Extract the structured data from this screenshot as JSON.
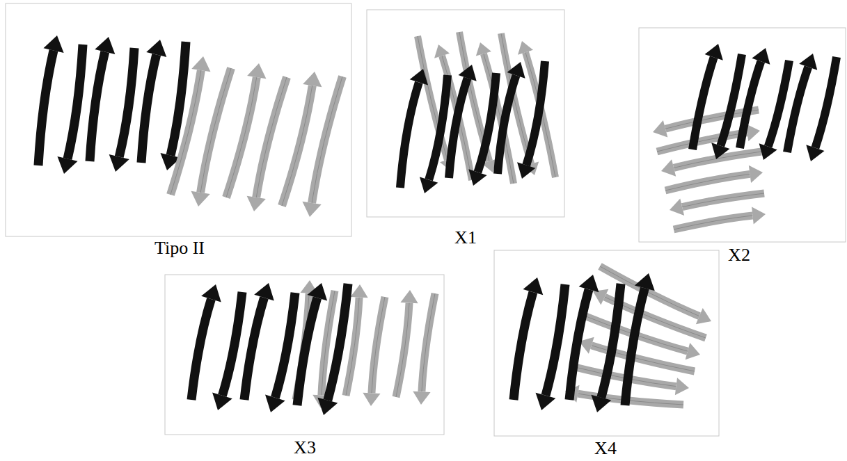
{
  "diagram": {
    "labels": [
      "Tipo II",
      "X1",
      "X2",
      "X3",
      "X4"
    ]
  }
}
